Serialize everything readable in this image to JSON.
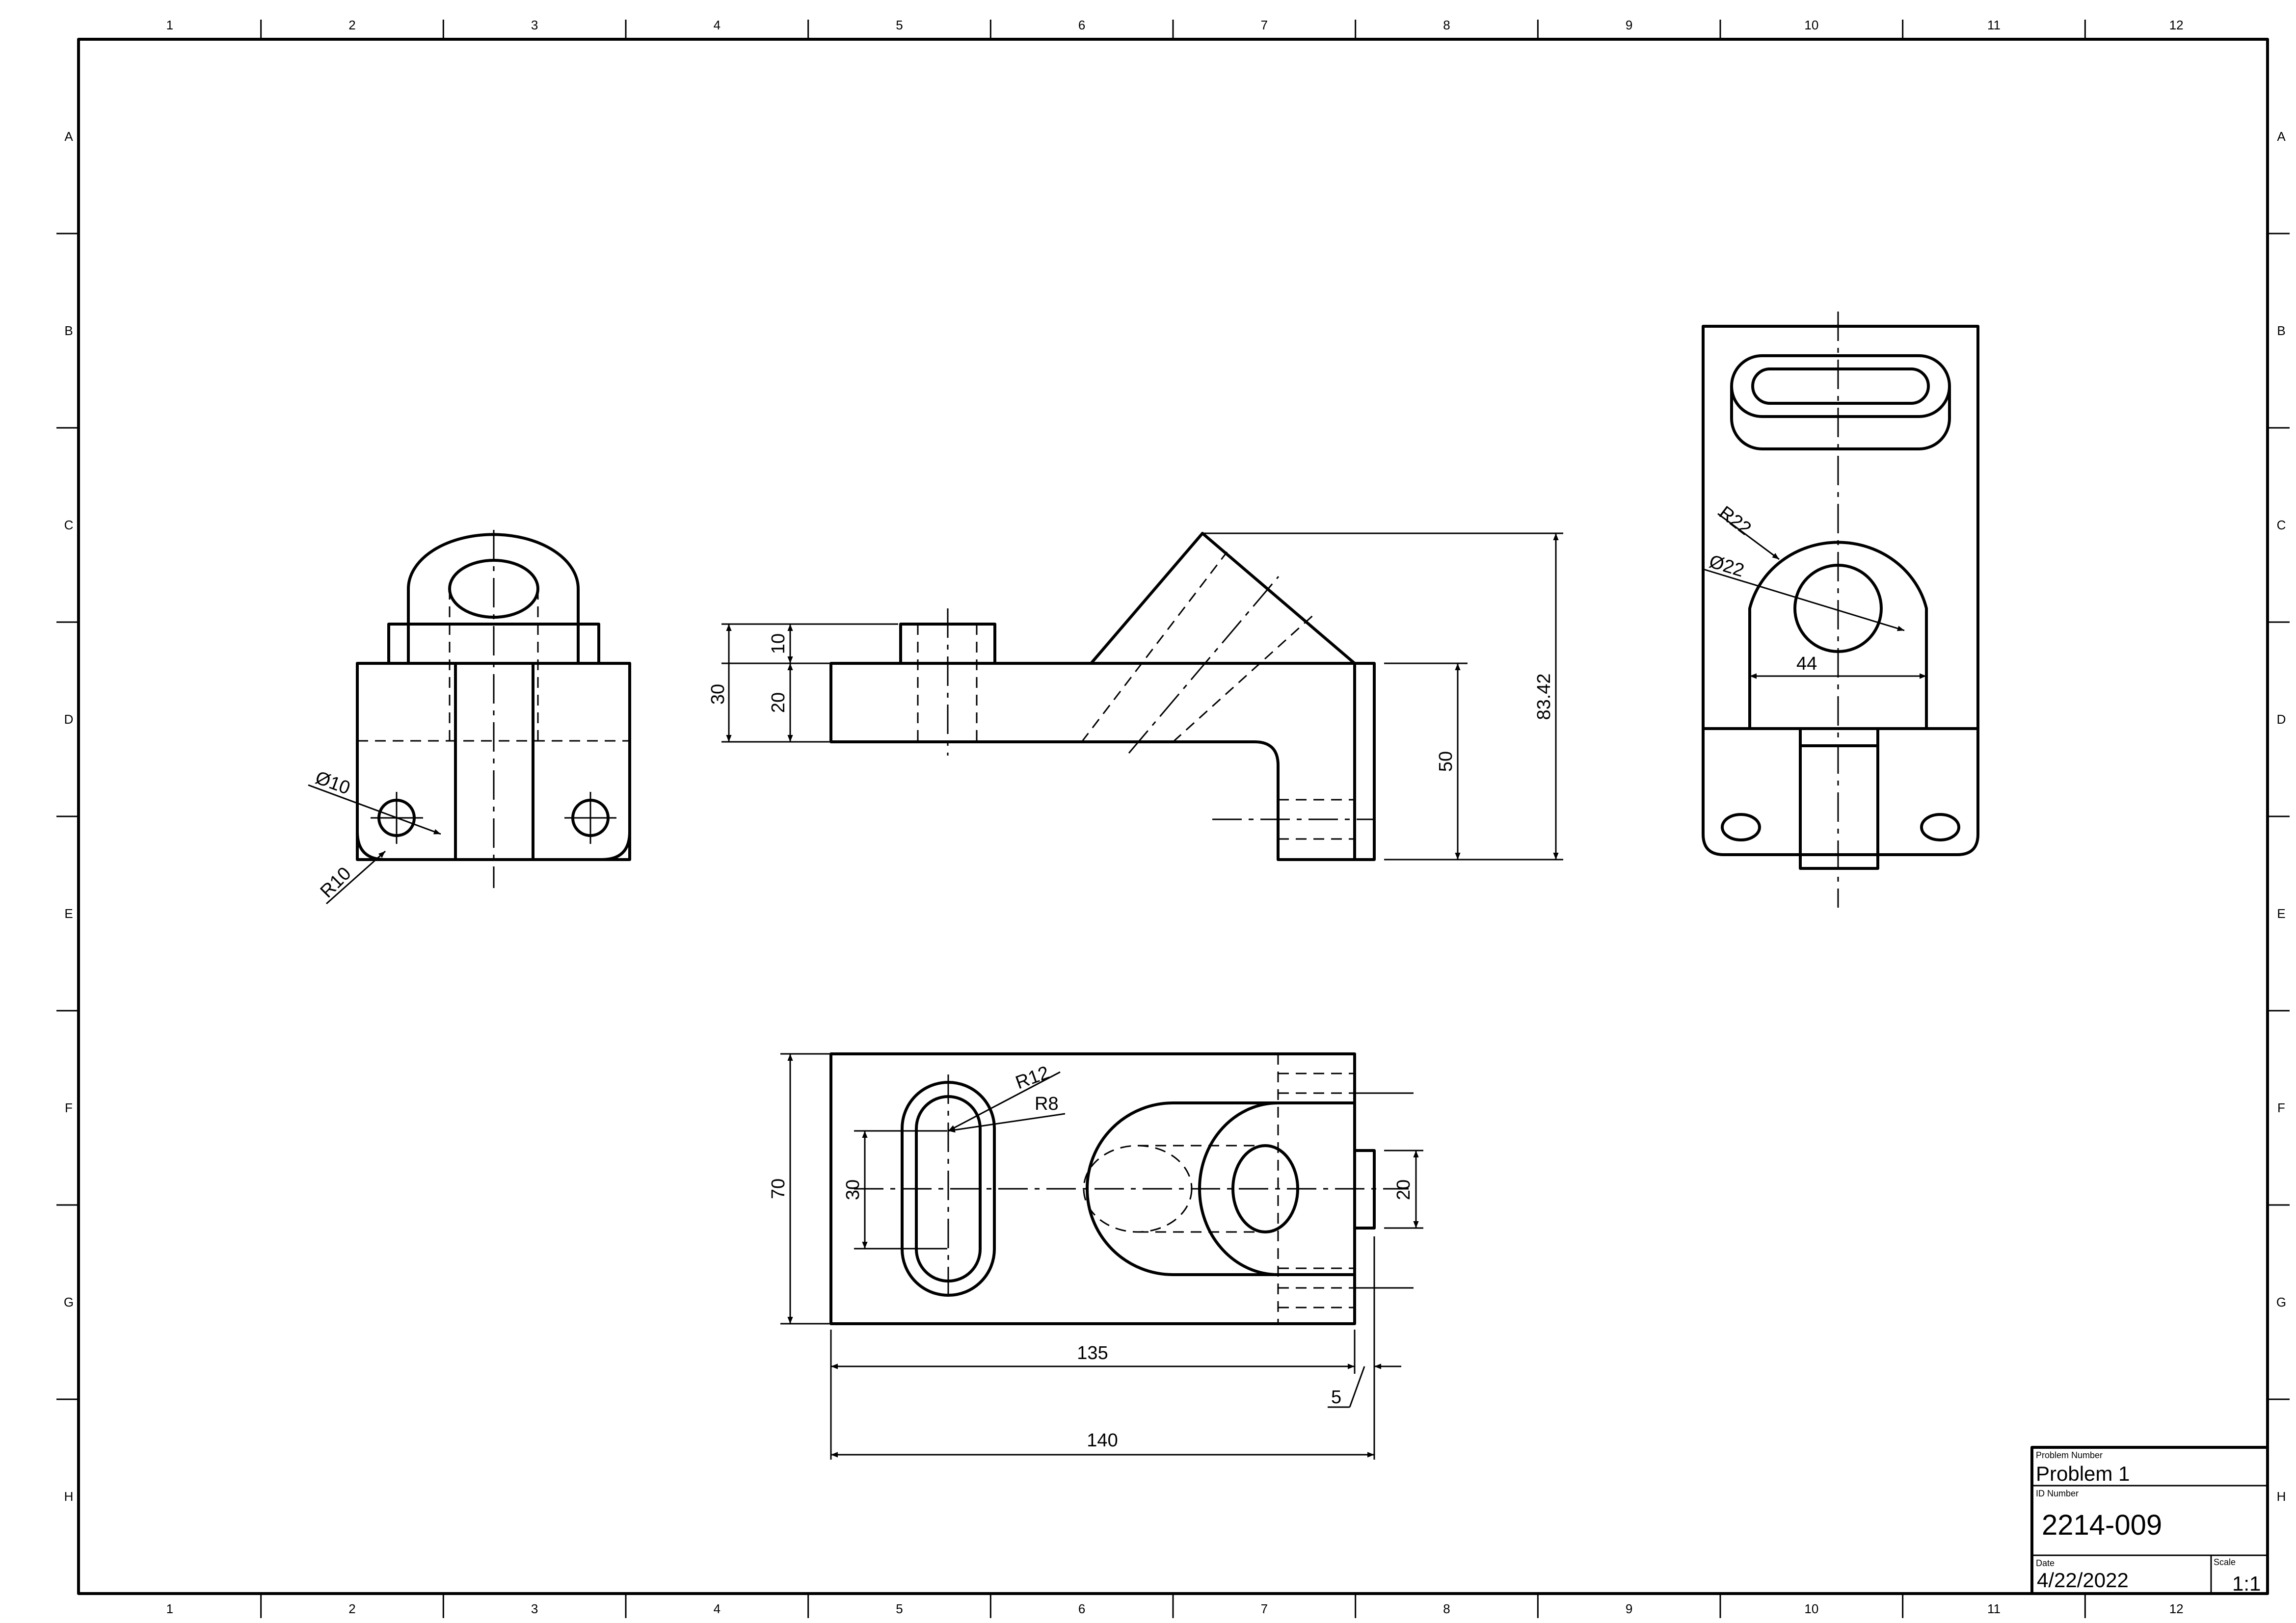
{
  "zones": {
    "columns": [
      "1",
      "2",
      "3",
      "4",
      "5",
      "6",
      "7",
      "8",
      "9",
      "10",
      "11",
      "12"
    ],
    "rows": [
      "A",
      "B",
      "C",
      "D",
      "E",
      "F",
      "G",
      "H"
    ]
  },
  "dimensions": {
    "front_left": {
      "dia": "Ø10",
      "radius": "R10"
    },
    "side": {
      "d30": "30",
      "d10": "10",
      "d20": "20",
      "d50": "50",
      "d83": "83.42"
    },
    "right": {
      "r22": "R22",
      "dia22": "Ø22",
      "d44": "44"
    },
    "top": {
      "d70": "70",
      "d30": "30",
      "r12": "R12",
      "r8": "R8",
      "d20": "20",
      "d135": "135",
      "d5": "5",
      "d140": "140"
    }
  },
  "title_block": {
    "problem_label": "Problem Number",
    "problem_value": "Problem 1",
    "id_label": "ID Number",
    "id_value": "2214-009",
    "date_label": "Date",
    "date_value": "4/22/2022",
    "scale_label": "Scale",
    "scale_value": "1:1"
  }
}
